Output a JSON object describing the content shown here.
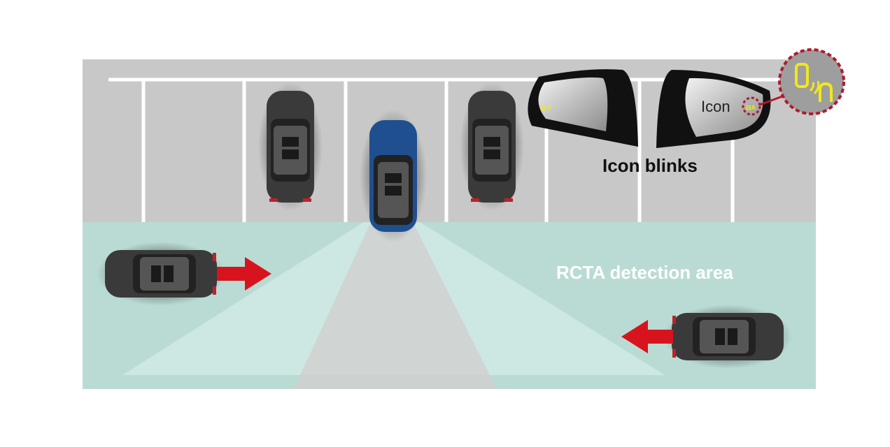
{
  "labels": {
    "icon": "Icon",
    "icon_blinks": "Icon blinks",
    "detection_area": "RCTA detection area"
  },
  "colors": {
    "lot": "#c8c8c8",
    "detection": "#b9dcd4",
    "arrow": "#d7141e",
    "own_car": "#1f4f8f",
    "other_car": "#3a3a3a",
    "icon_yellow": "#f0e81a"
  }
}
